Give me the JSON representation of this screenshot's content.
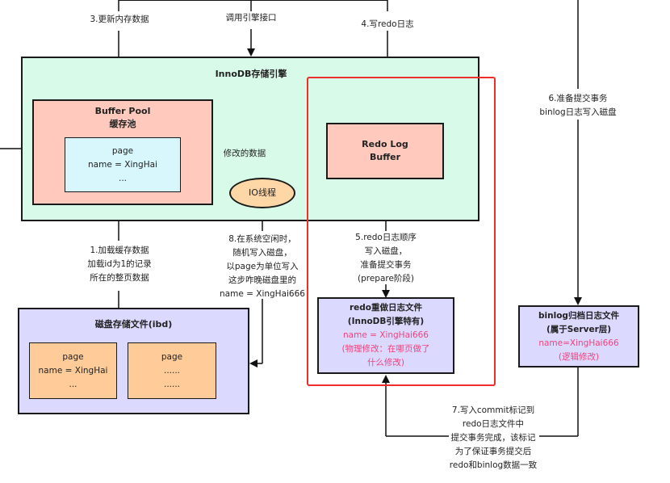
{
  "colors": {
    "engine_fill": "#d8fbe9",
    "buffer_pool_fill": "#ffcabd",
    "page_fill": "#d7f7fd",
    "io_fill": "#ffd7a6",
    "redo_buffer_fill": "#ffcabd",
    "disk_fill": "#dcd9ff",
    "disk_page_fill": "#ffcc99",
    "redo_file_fill": "#dcd9ff",
    "binlog_fill": "#dcd9ff",
    "highlight_red": "#ee2d2d",
    "pink_text": "#f0437a"
  },
  "engine": {
    "title": "InnoDB存储引擎"
  },
  "buffer_pool": {
    "title": "Buffer Pool",
    "subtitle": "缓存池",
    "page": {
      "line1": "page",
      "line2": "name = XingHai",
      "line3": "..."
    }
  },
  "redo_log_buffer": {
    "line1": "Redo Log",
    "line2": "Buffer"
  },
  "io_thread": {
    "label": "IO线程"
  },
  "disk": {
    "title": "磁盘存储文件(ibd)",
    "page1": {
      "line1": "page",
      "line2": "name = XingHai",
      "line3": "..."
    },
    "page2": {
      "line1": "page",
      "line2": "......",
      "line3": "......"
    }
  },
  "redo_file": {
    "line1": "redo重做日志文件",
    "line2": "(InnoDB引擎特有)",
    "line3": "name = XingHai666",
    "line4": "(物理修改：在哪页做了",
    "line5": "什么修改)"
  },
  "binlog_file": {
    "line1": "binlog归档日志文件",
    "line2": "(属于Server层)",
    "line3": "name=XingHai666",
    "line4": "(逻辑修改)"
  },
  "labels": {
    "step3": "3.更新内存数据",
    "call_engine": "调用引擎接口",
    "step4": "4.写redo日志",
    "step6_l1": "6.准备提交事务",
    "step6_l2": "binlog日志写入磁盘",
    "modified_data": "修改的数据",
    "step1_l1": "1.加载缓存数据",
    "step1_l2": "加载id为1的记录",
    "step1_l3": "所在的整页数据",
    "step8_l1": "8.在系统空闲时，",
    "step8_l2": "随机写入磁盘，",
    "step8_l3": "以page为单位写入",
    "step8_l4": "这步咋晚磁盘里的",
    "step8_l5": "name = XingHai666",
    "step5_l1": "5.redo日志顺序",
    "step5_l2": "写入磁盘，",
    "step5_l3": "准备提交事务",
    "step5_l4": "(prepare阶段)",
    "step7_l1": "7.写入commit标记到",
    "step7_l2": "redo日志文件中",
    "step7_l3": "提交事务完成，该标记",
    "step7_l4": "为了保证事务提交后",
    "step7_l5": "redo和binlog数据一致"
  }
}
